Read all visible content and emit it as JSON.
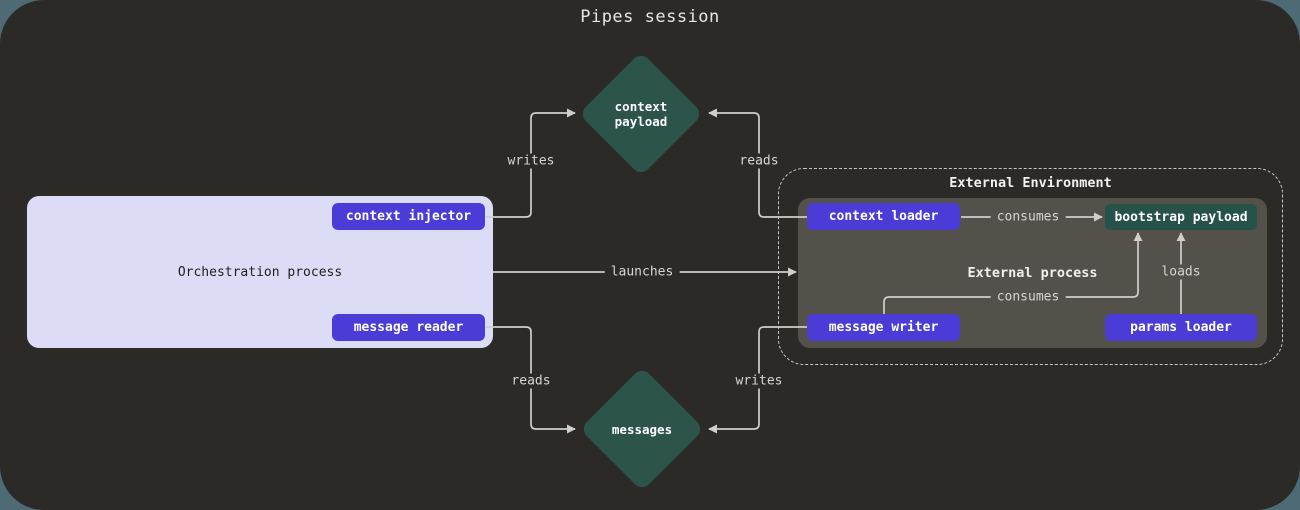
{
  "title": "Pipes session",
  "colors": {
    "page_bg": "#4e6b75",
    "canvas_bg": "#2b2a27",
    "diamond_fill": "#2d544a",
    "payload_fill": "#26524a",
    "button_fill": "#4b3cd8",
    "orchestration_fill": "#dcdcf7",
    "external_process_fill": "#54514a",
    "edge_line": "#d0cecb",
    "edge_label_text": "#d8d6d2",
    "title_text": "#e9e7e3",
    "light_text": "#f2f1ee",
    "dark_text": "#1e1e1e"
  },
  "nodes": {
    "context_payload": "context\npayload",
    "messages": "messages",
    "orchestration_label": "Orchestration process",
    "context_injector": "context injector",
    "message_reader": "message reader",
    "external_environment_label": "External Environment",
    "external_process_label": "External process",
    "context_loader": "context loader",
    "bootstrap_payload": "bootstrap payload",
    "message_writer": "message writer",
    "params_loader": "params loader"
  },
  "edges": {
    "writes_top": "writes",
    "reads_top": "reads",
    "launches": "launches",
    "consumes_top": "consumes",
    "consumes_bottom": "consumes",
    "loads": "loads",
    "reads_bottom": "reads",
    "writes_bottom": "writes"
  }
}
